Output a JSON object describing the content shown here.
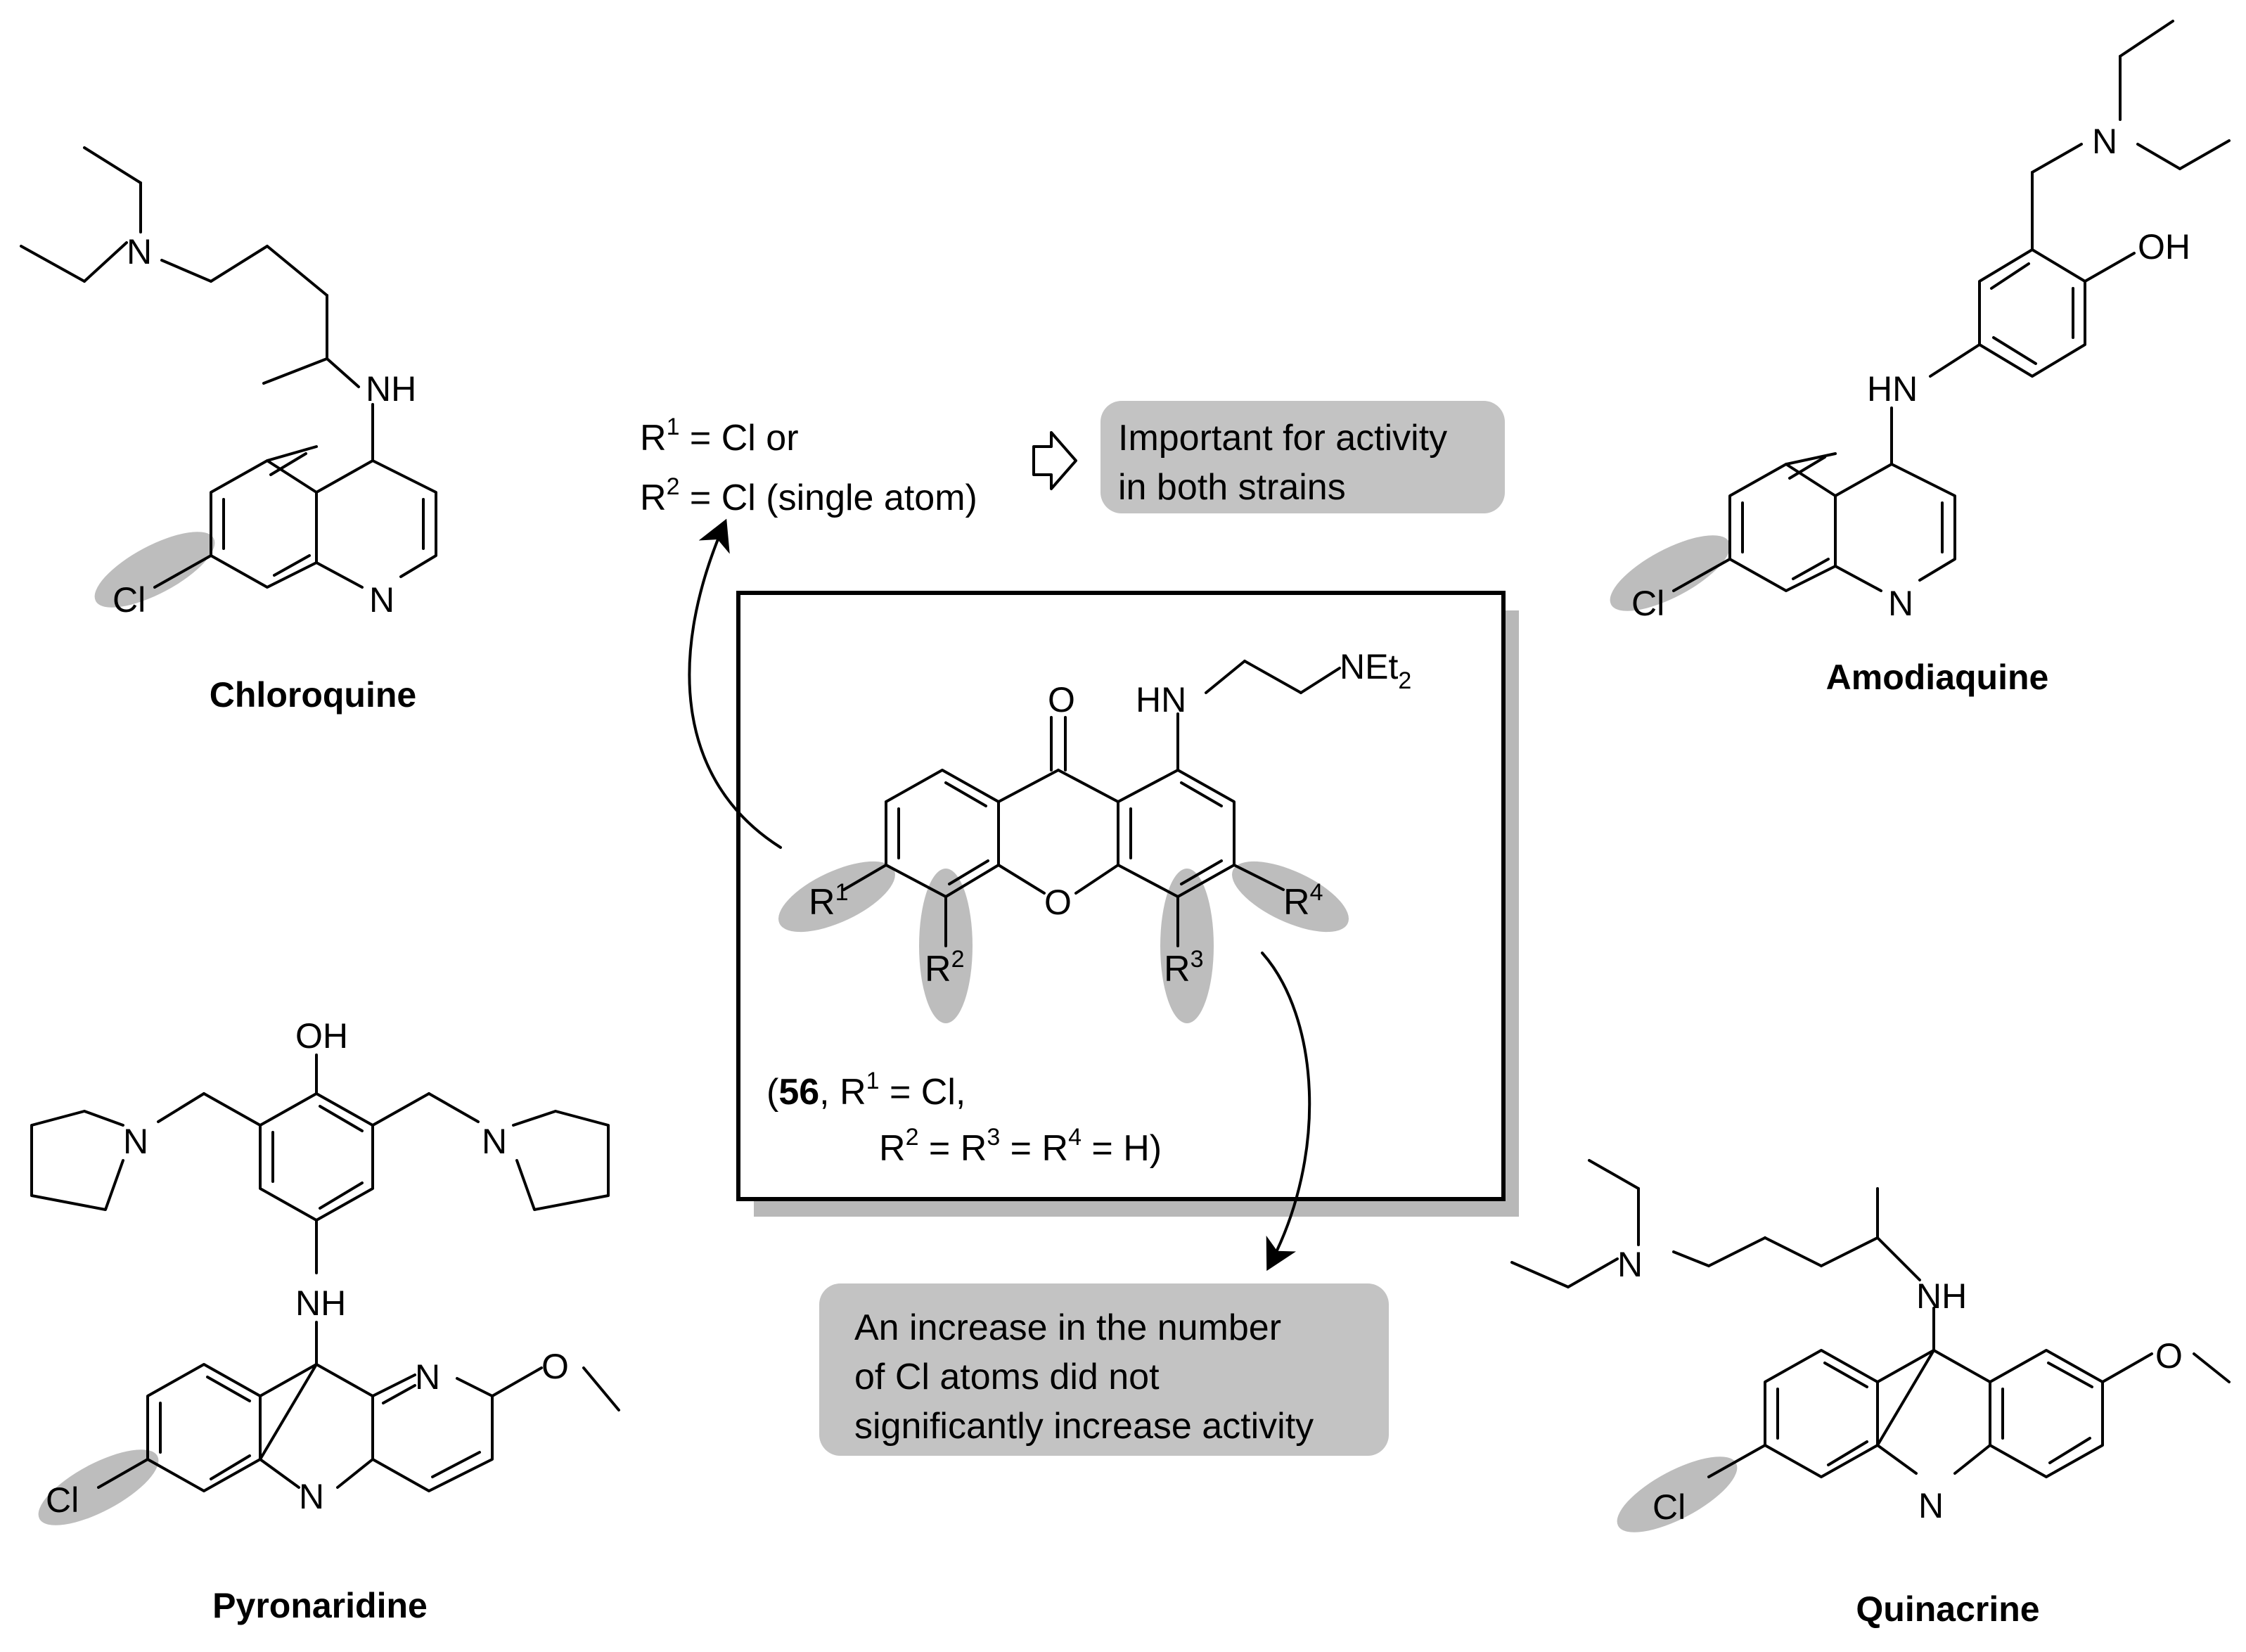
{
  "compounds": {
    "chloroquine": "Chloroquine",
    "amodiaquine": "Amodiaquine",
    "pyronaridine": "Pyronaridine",
    "quinacrine": "Quinacrine"
  },
  "atoms": {
    "N": "N",
    "NH": "NH",
    "HN": "HN",
    "Cl": "Cl",
    "OH": "OH",
    "O": "O",
    "NEt": "NEt",
    "sub2": "2",
    "R": "R",
    "sup1": "1",
    "sup2": "2",
    "sup3": "3",
    "sup4": "4"
  },
  "rgroup_note": {
    "line1_suffix": " = Cl or",
    "line2_suffix": " = Cl (single atom)"
  },
  "callouts": {
    "activity": [
      "Important for activity",
      "in both strains"
    ],
    "increase": [
      "An increase in the number",
      "of Cl atoms did not",
      "significantly increase activity"
    ]
  },
  "compound56": {
    "open": "(",
    "number": "56",
    "line1_rest": ", R",
    "line1_end": " = Cl,",
    "line2_a": "R",
    "line2_b": " = R",
    "line2_c": " = R",
    "line2_d": " = H)"
  },
  "colors": {
    "highlight": "#bdbdbd",
    "callout": "#c3c3c3",
    "shadow": "#b8b8b8"
  }
}
